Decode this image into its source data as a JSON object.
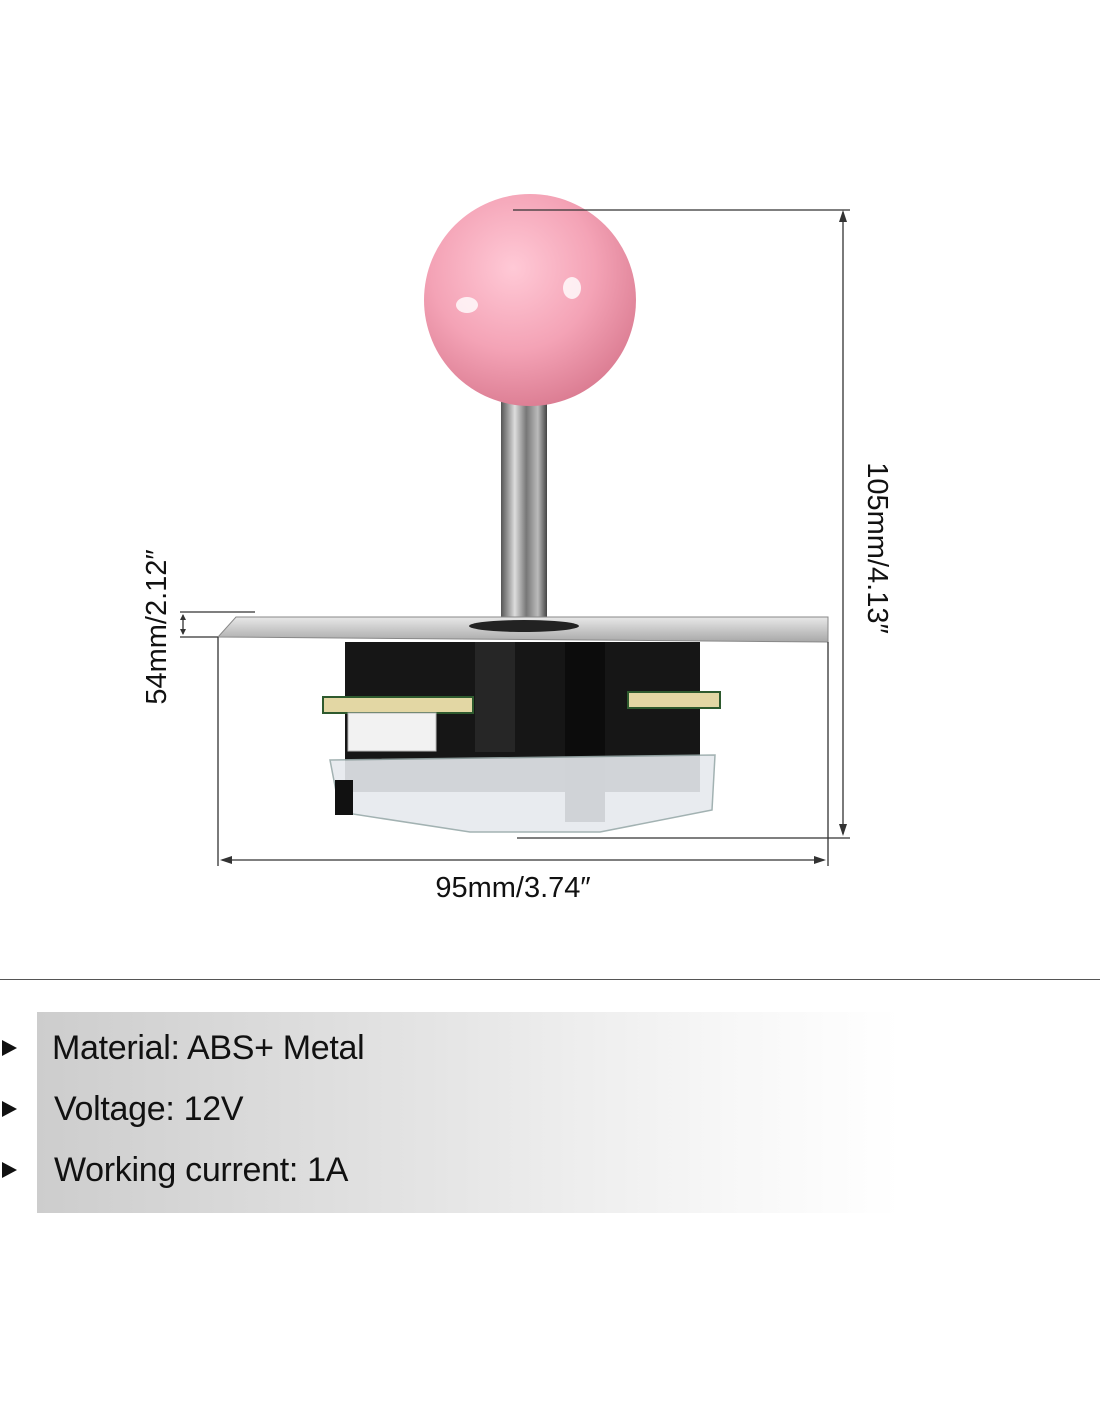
{
  "dimensions": {
    "height": "105mm/4.13″",
    "width": "95mm/3.74″",
    "plate_height": "54mm/2.12″"
  },
  "specs": [
    {
      "label": "Material: ABS+ Metal"
    },
    {
      "label": "Voltage: 12V"
    },
    {
      "label": "Working current: 1A"
    }
  ],
  "colors": {
    "ball": "#f4a3b6",
    "body": "#161616",
    "pcb": "#e3d7a4"
  }
}
